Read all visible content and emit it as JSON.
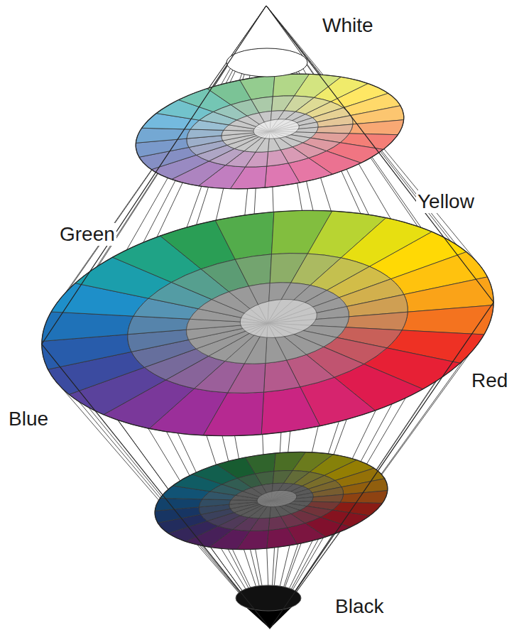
{
  "diagram": {
    "labels": [
      "White",
      "Yellow",
      "Green",
      "Red",
      "Blue",
      "Black"
    ]
  }
}
